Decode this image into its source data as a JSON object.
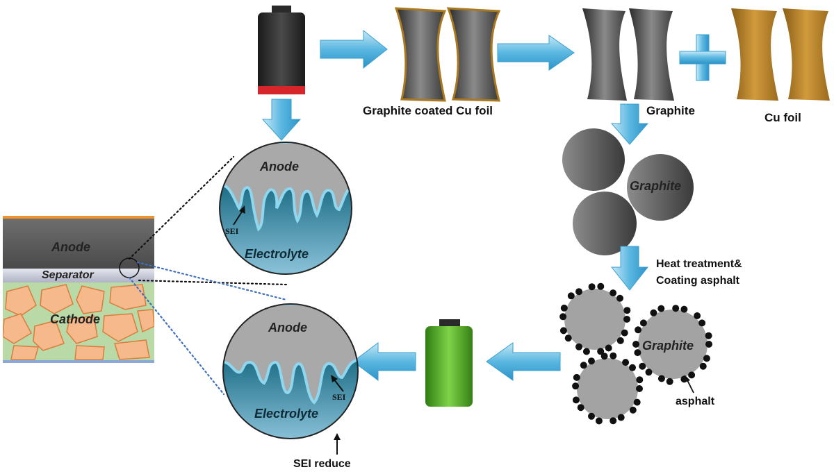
{
  "flow_labels": {
    "graphite_coated_cu_foil": "Graphite coated Cu foil",
    "graphite": "Graphite",
    "cu_foil": "Cu foil",
    "graphite_particle": "Graphite",
    "heat_treatment_line1": "Heat treatment&",
    "heat_treatment_line2": "Coating asphalt",
    "coated_graphite": "Graphite",
    "asphalt": "asphalt",
    "sei_reduce": "SEI reduce"
  },
  "cell_stack": {
    "anode": "Anode",
    "separator": "Separator",
    "cathode": "Cathode"
  },
  "interface_before": {
    "anode": "Anode",
    "electrolyte": "Electrolyte",
    "sei": "SEI"
  },
  "interface_after": {
    "anode": "Anode",
    "electrolyte": "Electrolyte",
    "sei": "SEI"
  },
  "colors": {
    "arrow": "#4fb0dc",
    "anode_gray": "#5a5a5a",
    "separator": "#c9ccd8",
    "cathode_bg": "#b9d9a6",
    "cathode_particle": "#f6b98c",
    "electrolyte": "#2f7f97",
    "sei_outline": "#8fd6ef",
    "copper": "#b8862e",
    "battery_red": "#d7262b",
    "battery_green": "#4aa31f",
    "asphalt": "#111111"
  }
}
